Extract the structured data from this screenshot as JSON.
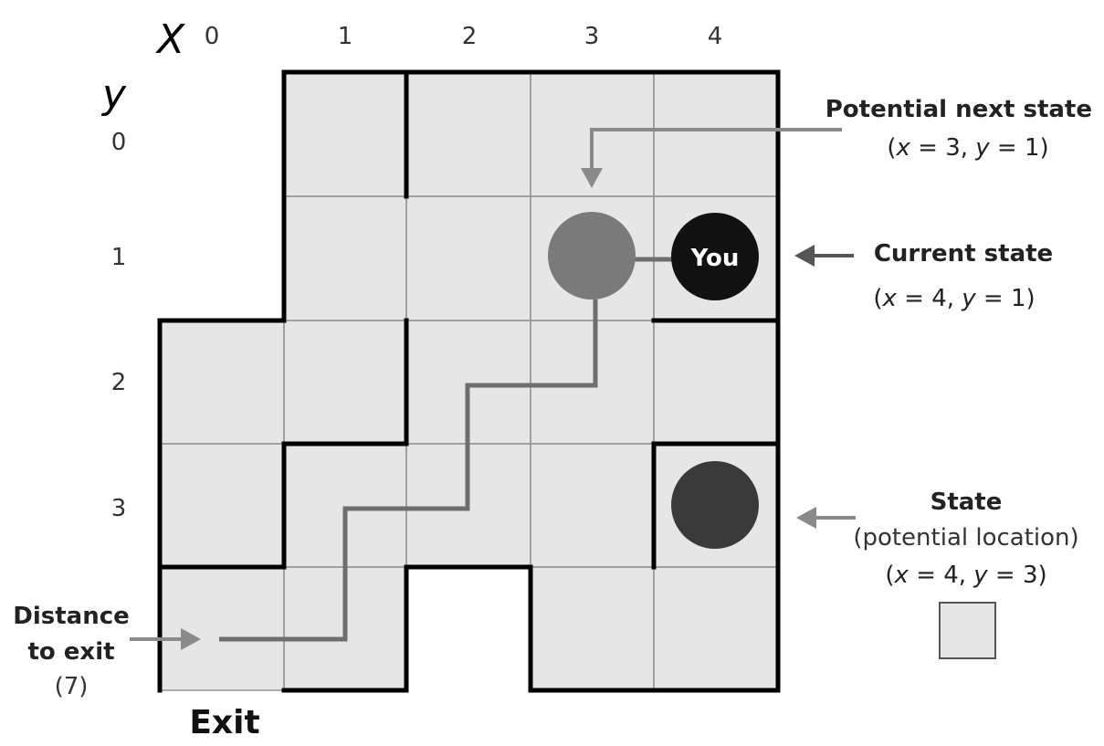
{
  "axes": {
    "x_var": "X",
    "y_var": "y",
    "x_ticks": [
      "0",
      "1",
      "2",
      "3",
      "4"
    ],
    "y_ticks": [
      "0",
      "1",
      "2",
      "3"
    ]
  },
  "grid": {
    "cell_color": "#e6e6e6",
    "inner_line_color": "#9a9a9a",
    "wall_color": "#000000"
  },
  "markers": {
    "current": {
      "label": "You",
      "color": "#111111"
    },
    "next": {
      "color": "#7a7a7a"
    },
    "state": {
      "color": "#3a3a3a"
    }
  },
  "path_color": "#6e6e6e",
  "annotations": {
    "next_state": {
      "title": "Potential next state",
      "x_label": "x",
      "x_value": "3",
      "y_label": "y",
      "y_value": "1"
    },
    "current_state": {
      "title": "Current state",
      "x_label": "x",
      "x_value": "4",
      "y_label": "y",
      "y_value": "1"
    },
    "state": {
      "title": "State",
      "subtitle": "(potential location)",
      "x_label": "x",
      "x_value": "4",
      "y_label": "y",
      "y_value": "3"
    },
    "distance": {
      "line1": "Distance",
      "line2": "to exit",
      "value": "(7)"
    },
    "exit": "Exit"
  }
}
